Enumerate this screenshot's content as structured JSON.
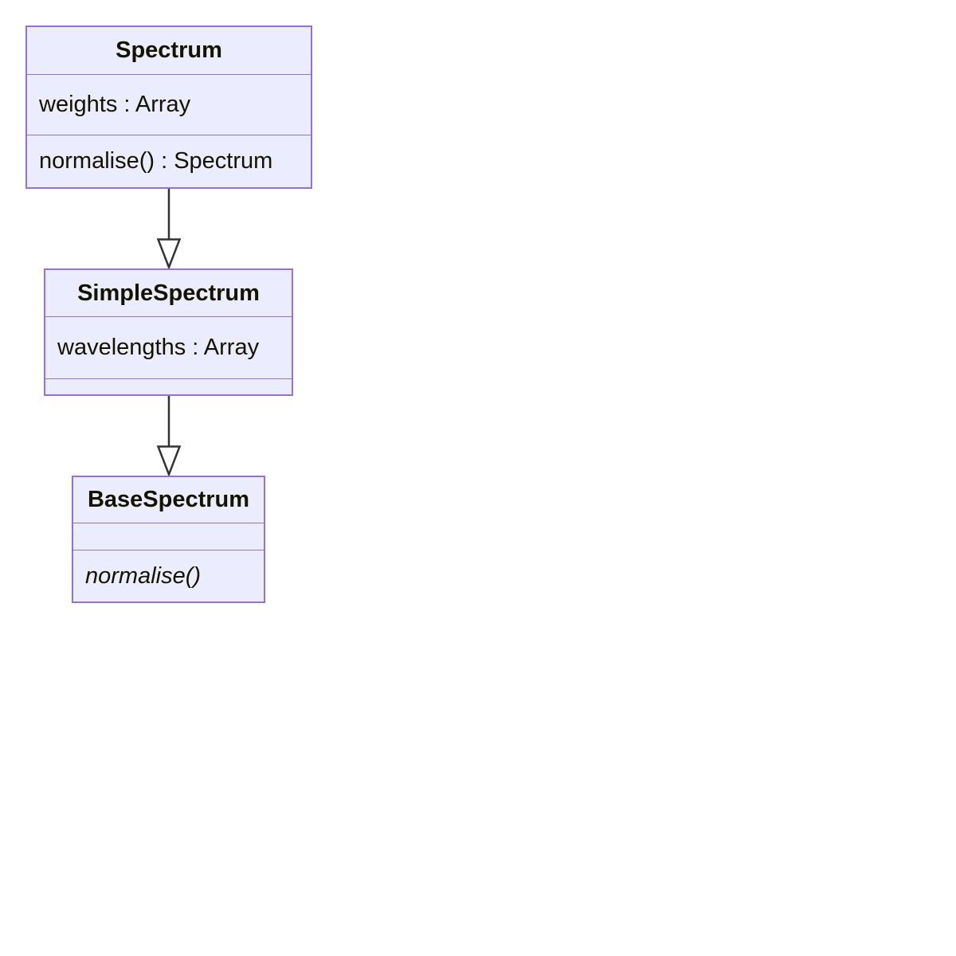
{
  "diagram": {
    "type": "uml-class-diagram",
    "classes": {
      "spectrum": {
        "title": "Spectrum",
        "attributes": [
          "weights : Array"
        ],
        "methods": [
          "normalise() : Spectrum"
        ]
      },
      "simple": {
        "title": "SimpleSpectrum",
        "attributes": [
          "wavelengths : Array"
        ],
        "methods": []
      },
      "base": {
        "title": "BaseSpectrum",
        "attributes": [],
        "methods": [
          "normalise()"
        ],
        "abstract_methods": true
      }
    },
    "relations": [
      {
        "from": "Spectrum",
        "to": "SimpleSpectrum",
        "type": "inheritance",
        "arrowhead": "hollow-triangle-down"
      },
      {
        "from": "SimpleSpectrum",
        "to": "BaseSpectrum",
        "type": "inheritance",
        "arrowhead": "hollow-triangle-down"
      }
    ],
    "colors": {
      "node_fill": "#ECECFF",
      "node_border": "#9370DB",
      "edge_line": "#333333",
      "arrowhead_fill": "#ffffff",
      "text": "#131300",
      "background": "#ffffff"
    }
  }
}
